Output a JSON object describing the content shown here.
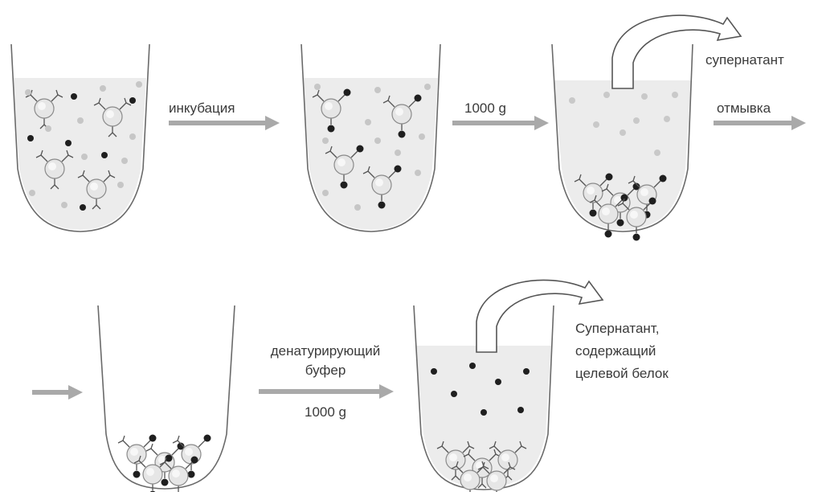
{
  "labels": {
    "incubation": "инкубация",
    "spin1": "1000 g",
    "supernatant1": "супернатант",
    "wash": "отмывка",
    "denaturing_line1": "денатурирующий",
    "denaturing_line2": "буфер",
    "spin2": "1000 g",
    "supernatant2_line1": "Супернатант,",
    "supernatant2_line2": "содержащий",
    "supernatant2_line3": "целевой белок"
  },
  "colors": {
    "tube_outline": "#6a6a6a",
    "liquid": "#ececec",
    "process_arrow": "#a9a9a9",
    "bead": "#e4e4e4",
    "dark_particle": "#1f1f1f",
    "light_particle": "#c4c4c4",
    "text": "#3a3a3a"
  }
}
